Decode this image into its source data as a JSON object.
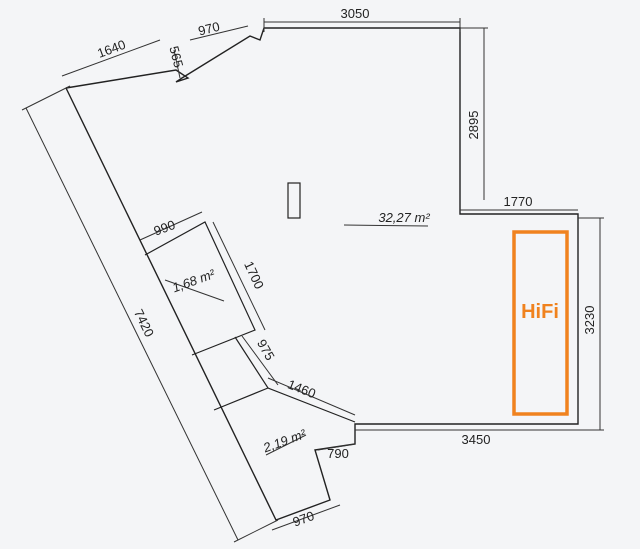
{
  "dimensions": {
    "top_wall": "3050",
    "notch_top": "970",
    "notch_side": "565",
    "upper_left_wall": "1640",
    "right_upper": "2895",
    "step_right": "1770",
    "right_lower": "3230",
    "bottom_right": "3450",
    "diagonal_mid": "1460",
    "small_790": "790",
    "bottom_970": "970",
    "left_diagonal": "7420",
    "closet_width": "990",
    "closet_depth": "1700",
    "mid_975": "975"
  },
  "areas": {
    "main": "32,27 m²",
    "closet": "1,68 m²",
    "small_room": "2,19 m²"
  },
  "labels": {
    "hifi": "HiFi"
  },
  "colors": {
    "walls": "#222222",
    "dimension_lines": "#333333",
    "hifi_accent": "#f0821e",
    "background": "#f4f5f7"
  }
}
